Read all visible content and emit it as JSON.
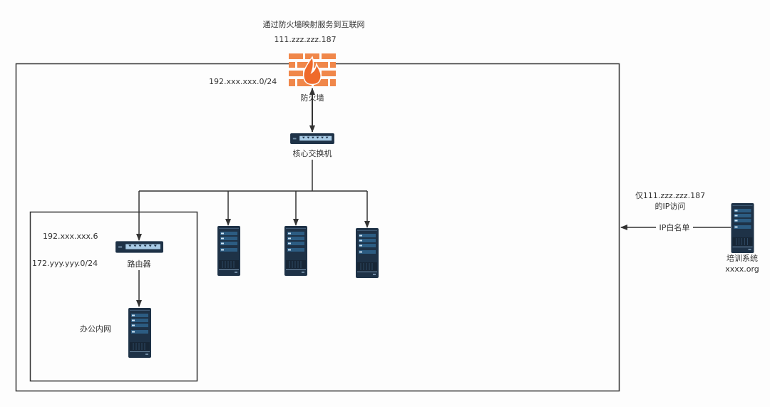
{
  "title": "通过防火墙映射服务到互联网",
  "public_ip": "111.zzz.zzz.187",
  "lan_subnet": "192.xxx.xxx.0/24",
  "firewall": {
    "label": "防火墙",
    "icon": "firewall-icon"
  },
  "core_switch": {
    "label": "核心交换机",
    "icon": "switch-icon"
  },
  "router": {
    "label": "路由器",
    "icon": "router-icon",
    "lan_ip": "192.xxx.xxx.6",
    "office_subnet": "172.yyy.yyy.0/24"
  },
  "office_network": {
    "label": "办公内网",
    "icon": "server-icon"
  },
  "training_system": {
    "label": "培训系统",
    "domain": "xxxx.org",
    "icon": "server-icon"
  },
  "whitelist": {
    "note_line1": "仅111.zzz.zzz.187",
    "note_line2": "的IP访问",
    "edge_label": "IP白名单"
  },
  "colors": {
    "firewall": "#f0874a",
    "device": "#1e3247",
    "device_accent": "#4a8fc0",
    "line": "#333333"
  }
}
